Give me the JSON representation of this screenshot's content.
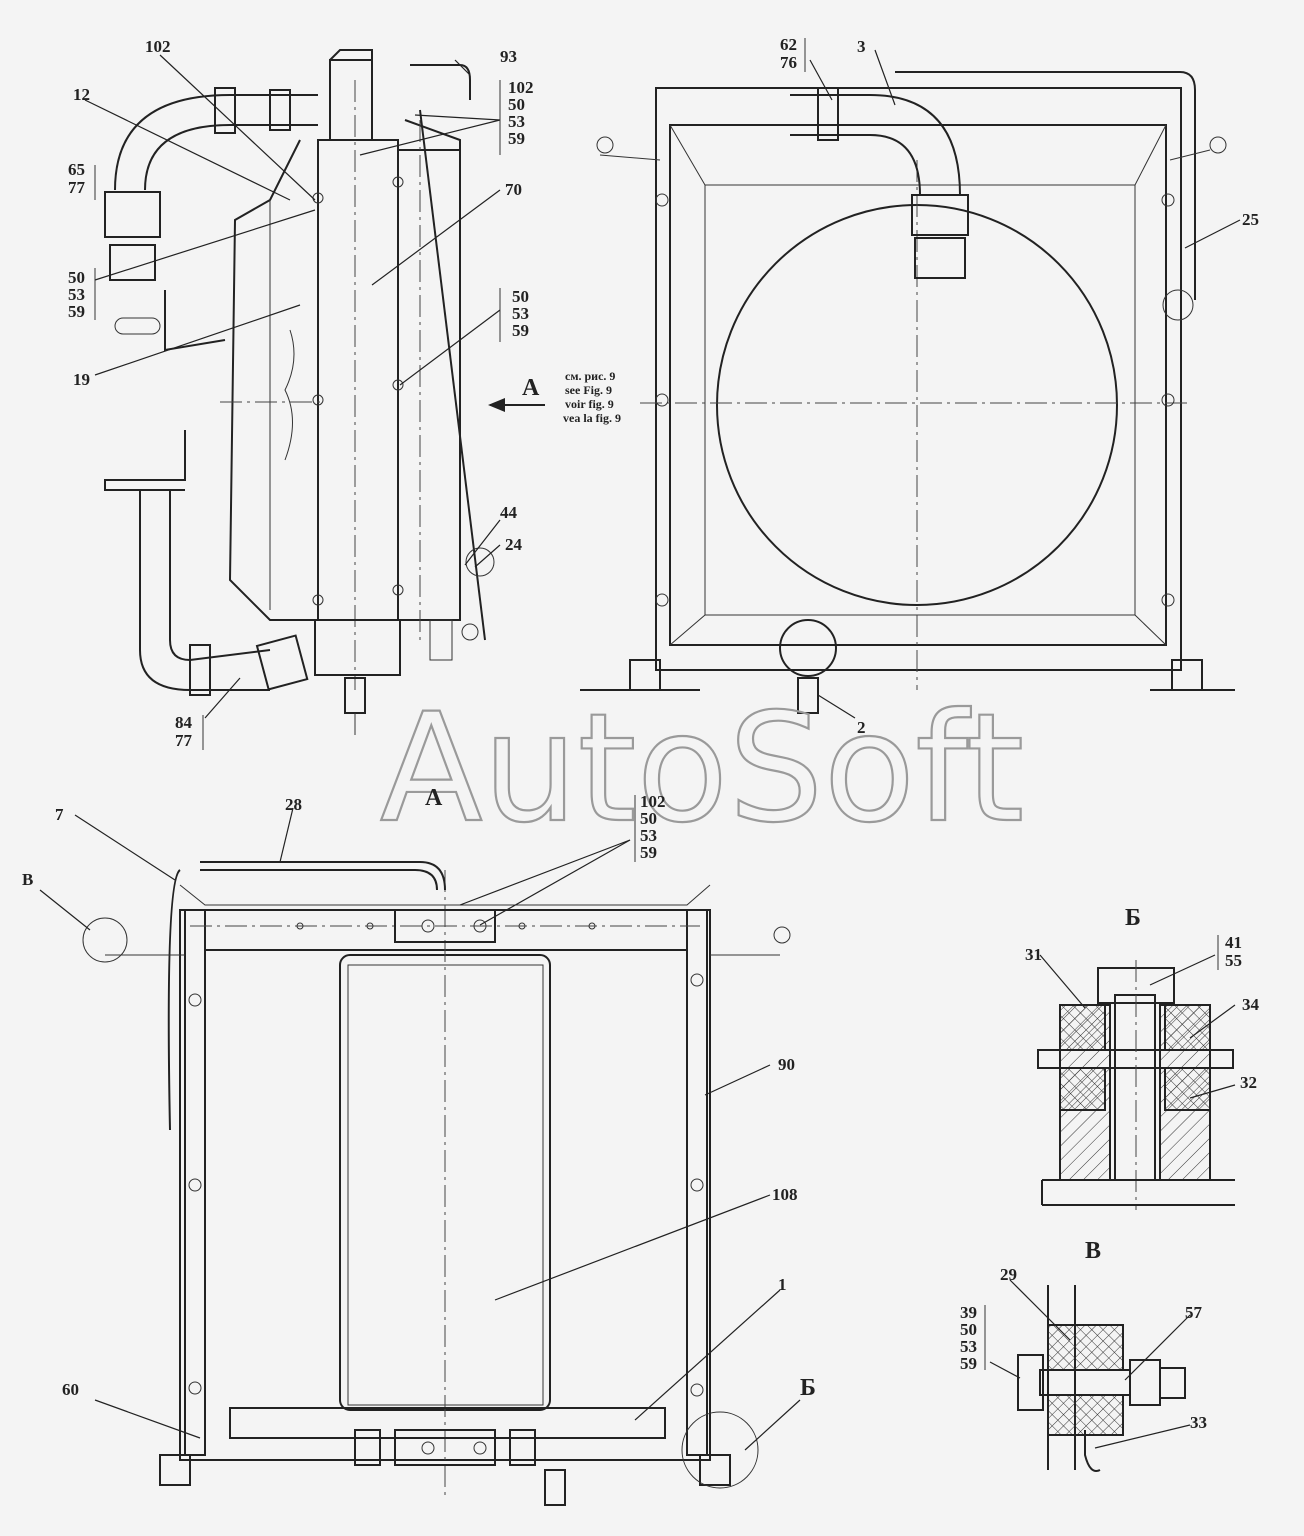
{
  "watermark": "AutoSoft",
  "view_arrow": {
    "letter": "A",
    "note": [
      "см. рис. 9",
      "see Fig. 9",
      "voir fig. 9",
      "vea la fig. 9"
    ]
  },
  "views": {
    "a": "A",
    "b": "Б",
    "v": "В"
  },
  "side_view": {
    "labels": {
      "l102": "102",
      "l93": "93",
      "l12": "12",
      "l70": "70",
      "l19": "19",
      "l44": "44",
      "l24": "24",
      "g65": [
        "65",
        "77"
      ],
      "g50a": [
        "50",
        "53",
        "59"
      ],
      "g102": [
        "102",
        "50",
        "53",
        "59"
      ],
      "g50b": [
        "50",
        "53",
        "59"
      ],
      "g84": [
        "84",
        "77"
      ]
    }
  },
  "front_view": {
    "labels": {
      "l3": "3",
      "l25": "25",
      "l2": "2",
      "g62": [
        "62",
        "76"
      ]
    }
  },
  "view_a": {
    "labels": {
      "l28": "28",
      "l7": "7",
      "lB": "В",
      "l90": "90",
      "l108": "108",
      "l1": "1",
      "l60": "60",
      "lBe": "Б",
      "g102": [
        "102",
        "50",
        "53",
        "59"
      ]
    }
  },
  "detail_b": {
    "labels": {
      "l31": "31",
      "l34": "34",
      "l32": "32",
      "g41": [
        "41",
        "55"
      ]
    }
  },
  "detail_v": {
    "labels": {
      "l29": "29",
      "l57": "57",
      "l33": "33",
      "g39": [
        "39",
        "50",
        "53",
        "59"
      ]
    }
  },
  "colors": {
    "ink": "#222222",
    "paper": "#f4f4f4",
    "watermark": "#9a9a9a"
  }
}
